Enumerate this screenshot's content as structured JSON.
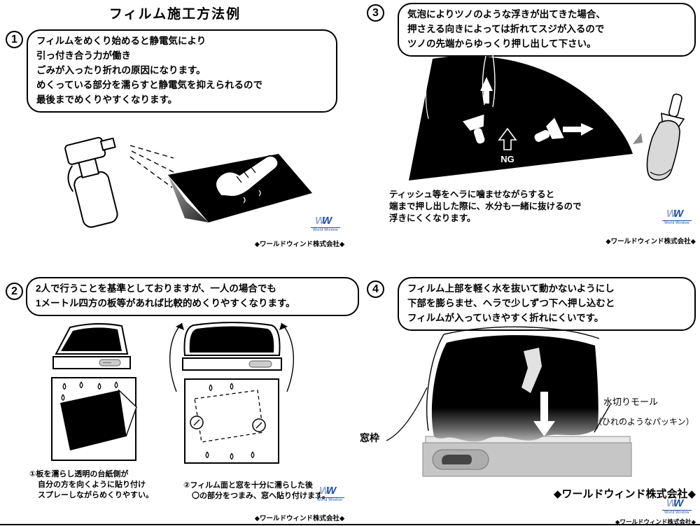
{
  "page": {
    "title": "フィルム施工方法例"
  },
  "branding": {
    "company": "◆ワールドウィンド株式会社◆",
    "logo_w": "W",
    "logo_subtext": "World Window"
  },
  "step1": {
    "number": "1",
    "bubble": [
      "フィルムをめくり始めると静電気により",
      "引っ付き合う力が働き",
      "ごみが入ったり折れの原因になります。",
      "めくっている部分を濡らすと静電気を抑えられるので",
      "最後までめくりやすくなります。"
    ]
  },
  "step2": {
    "number": "2",
    "bubble": [
      "2人で行うことを基準としておりますが、一人の場合でも",
      "1メートル四方の板等があれば比較的めくりやすくなります。"
    ],
    "caption_left": [
      "①板を濡らし透明の台紙側が",
      "自分の方を向くように貼り付け",
      "スプレーしながらめくりやすい。"
    ],
    "caption_right": [
      "②フィルム面と窓を十分に濡らした後",
      "〇の部分をつまみ、窓へ貼り付けます。"
    ]
  },
  "step3": {
    "number": "3",
    "bubble": [
      "気泡によりツノのような浮きが出てきた場合、",
      "押さえる向きによっては折れてスジが入るので",
      "ツノの先端からゆっくり押し出して下さい。"
    ],
    "note": [
      "ティッシュ等をヘラに噛ませながらすると",
      "端まで押し出した際に、水分も一緒に抜けるので",
      "浮きにくくなります。"
    ],
    "ng_label": "NG"
  },
  "step4": {
    "number": "4",
    "bubble": [
      "フィルム上部を軽く水を抜いて動かないようにし",
      "下部を膨らませ、ヘラで少しずつ下へ押し込むと",
      "フィルムが入っていきやすく折れにくいです。"
    ],
    "label_window_frame": "窓枠",
    "label_molding": "水切りモール",
    "label_packing": "（ひれのようなパッキン）"
  }
}
